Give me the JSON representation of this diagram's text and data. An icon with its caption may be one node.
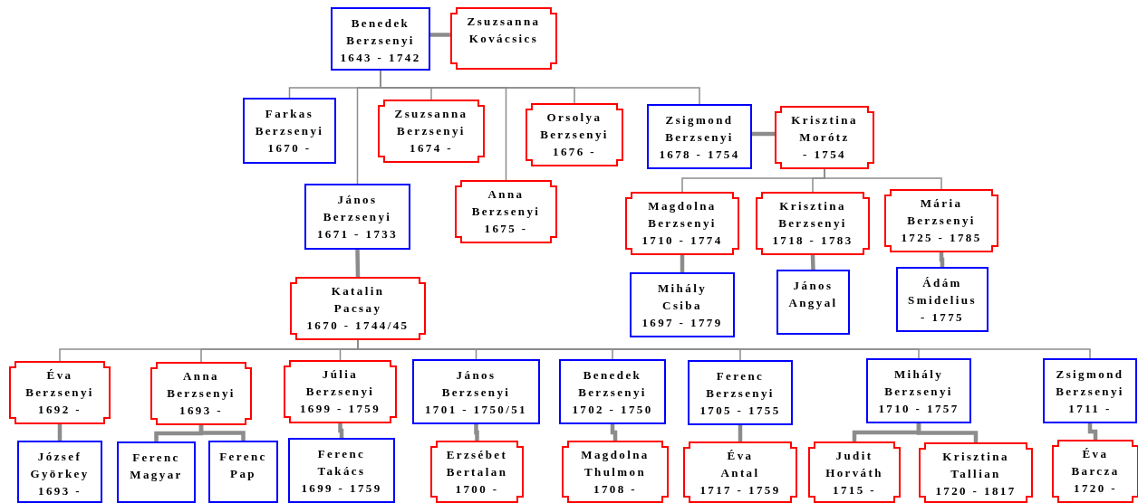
{
  "diagram": {
    "nodes": [
      {
        "text": [
          "Benedek Berzsenyi",
          "1643 - 1742"
        ]
      },
      {
        "text": [
          "Zsuzsanna Kovácsics"
        ]
      },
      {
        "text": [
          "Farkas Berzsenyi",
          "1670 -"
        ]
      },
      {
        "text": [
          "Zsuzsanna Berzsenyi",
          "1674 -"
        ]
      },
      {
        "text": [
          "Orsolya Berzsenyi",
          "1676 -"
        ]
      },
      {
        "text": [
          "Zsigmond Berzsenyi",
          "1678 - 1754"
        ]
      },
      {
        "text": [
          "Krisztina Morótz",
          "- 1754"
        ]
      },
      {
        "text": [
          "Anna Berzsenyi",
          "1675 -"
        ]
      },
      {
        "text": [
          "János Berzsenyi",
          "1671 - 1733"
        ]
      },
      {
        "text": [
          "Magdolna Berzsenyi",
          "1710 - 1774"
        ]
      },
      {
        "text": [
          "Krisztina Berzsenyi",
          "1718 - 1783"
        ]
      },
      {
        "text": [
          "Mária Berzsenyi",
          "1725 - 1785"
        ]
      },
      {
        "text": [
          "Mihály Csiba",
          "1697 - 1779"
        ]
      },
      {
        "text": [
          "János Angyal"
        ]
      },
      {
        "text": [
          "Ádám Smidelius",
          "- 1775"
        ]
      },
      {
        "text": [
          "Katalin Pacsay",
          "1670 - 1744/45"
        ]
      },
      {
        "text": [
          "Éva Berzsenyi",
          "1692 -"
        ]
      },
      {
        "text": [
          "Anna Berzsenyi",
          "1693 -"
        ]
      },
      {
        "text": [
          "Júlia Berzsenyi",
          "1699 - 1759"
        ]
      },
      {
        "text": [
          "János Berzsenyi",
          "1701 - 1750/51"
        ]
      },
      {
        "text": [
          "Benedek Berzsenyi",
          "1702 - 1750"
        ]
      },
      {
        "text": [
          "Ferenc Berzsenyi",
          "1705 - 1755"
        ]
      },
      {
        "text": [
          "Mihály Berzsenyi",
          "1710 - 1757"
        ]
      },
      {
        "text": [
          "Zsigmond Berzsenyi",
          "1711 -"
        ]
      },
      {
        "text": [
          "József Györkey",
          "1693 -"
        ]
      },
      {
        "text": [
          "Ferenc Magyar"
        ]
      },
      {
        "text": [
          "Ferenc Pap"
        ]
      },
      {
        "text": [
          "Ferenc Takács",
          "1699 - 1759"
        ]
      },
      {
        "text": [
          "Erzsébet Bertalan",
          "1700 -"
        ]
      },
      {
        "text": [
          "Magdolna Thulmon",
          "1708 -"
        ]
      },
      {
        "text": [
          "Éva Antal",
          "1717 - 1759"
        ]
      },
      {
        "text": [
          "Judit Horváth",
          "1715 -"
        ]
      },
      {
        "text": [
          "Krisztina Tallian",
          "1720 - 1817"
        ]
      },
      {
        "text": [
          "Éva Barcza",
          "1720 -"
        ]
      }
    ],
    "edges": [
      {
        "from": 0,
        "to": 1,
        "arrow": "none",
        "style": "thick"
      },
      {
        "from": 0,
        "to": 2,
        "arrow": "none"
      },
      {
        "from": 0,
        "to": 3,
        "arrow": "none"
      },
      {
        "from": 0,
        "to": 4,
        "arrow": "none"
      },
      {
        "from": 0,
        "to": 5,
        "arrow": "none"
      },
      {
        "from": 0,
        "to": 7,
        "arrow": "none"
      },
      {
        "from": 0,
        "to": 8,
        "arrow": "none"
      },
      {
        "from": 5,
        "to": 6,
        "arrow": "none",
        "style": "thick"
      },
      {
        "from": 6,
        "to": 9,
        "arrow": "none"
      },
      {
        "from": 6,
        "to": 10,
        "arrow": "none"
      },
      {
        "from": 6,
        "to": 11,
        "arrow": "none"
      },
      {
        "from": 9,
        "to": 12,
        "arrow": "none",
        "style": "thick"
      },
      {
        "from": 10,
        "to": 13,
        "arrow": "none",
        "style": "thick"
      },
      {
        "from": 11,
        "to": 14,
        "arrow": "none",
        "style": "thick"
      },
      {
        "from": 8,
        "to": 15,
        "arrow": "none",
        "style": "thick"
      },
      {
        "from": 15,
        "to": 16,
        "arrow": "none"
      },
      {
        "from": 15,
        "to": 17,
        "arrow": "none"
      },
      {
        "from": 15,
        "to": 18,
        "arrow": "none"
      },
      {
        "from": 15,
        "to": 19,
        "arrow": "none"
      },
      {
        "from": 15,
        "to": 20,
        "arrow": "none"
      },
      {
        "from": 15,
        "to": 21,
        "arrow": "none"
      },
      {
        "from": 15,
        "to": 22,
        "arrow": "none"
      },
      {
        "from": 15,
        "to": 23,
        "arrow": "none"
      },
      {
        "from": 16,
        "to": 24,
        "arrow": "none",
        "style": "thick"
      },
      {
        "from": 17,
        "to": 25,
        "arrow": "none",
        "style": "thick"
      },
      {
        "from": 17,
        "to": 26,
        "arrow": "none",
        "style": "thick"
      },
      {
        "from": 18,
        "to": 27,
        "arrow": "none",
        "style": "thick"
      },
      {
        "from": 19,
        "to": 28,
        "arrow": "none",
        "style": "thick"
      },
      {
        "from": 20,
        "to": 29,
        "arrow": "none",
        "style": "thick"
      },
      {
        "from": 21,
        "to": 30,
        "arrow": "none",
        "style": "thick"
      },
      {
        "from": 22,
        "to": 31,
        "arrow": "none",
        "style": "thick"
      },
      {
        "from": 22,
        "to": 32,
        "arrow": "none",
        "style": "thick"
      },
      {
        "from": 23,
        "to": 33,
        "arrow": "none",
        "style": "thick"
      }
    ]
  }
}
